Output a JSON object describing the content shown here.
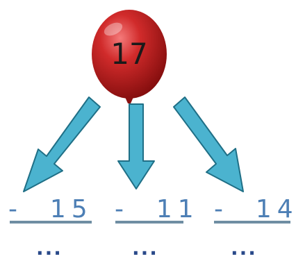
{
  "balloon": {
    "number": "17",
    "color": "#b81c1c"
  },
  "arrow_color": "#4bb3cf",
  "operations": [
    {
      "operator": "-",
      "operand": "15",
      "answer": "..."
    },
    {
      "operator": "-",
      "operand": "11",
      "answer": "..."
    },
    {
      "operator": "-",
      "operand": "14",
      "answer": "..."
    }
  ]
}
